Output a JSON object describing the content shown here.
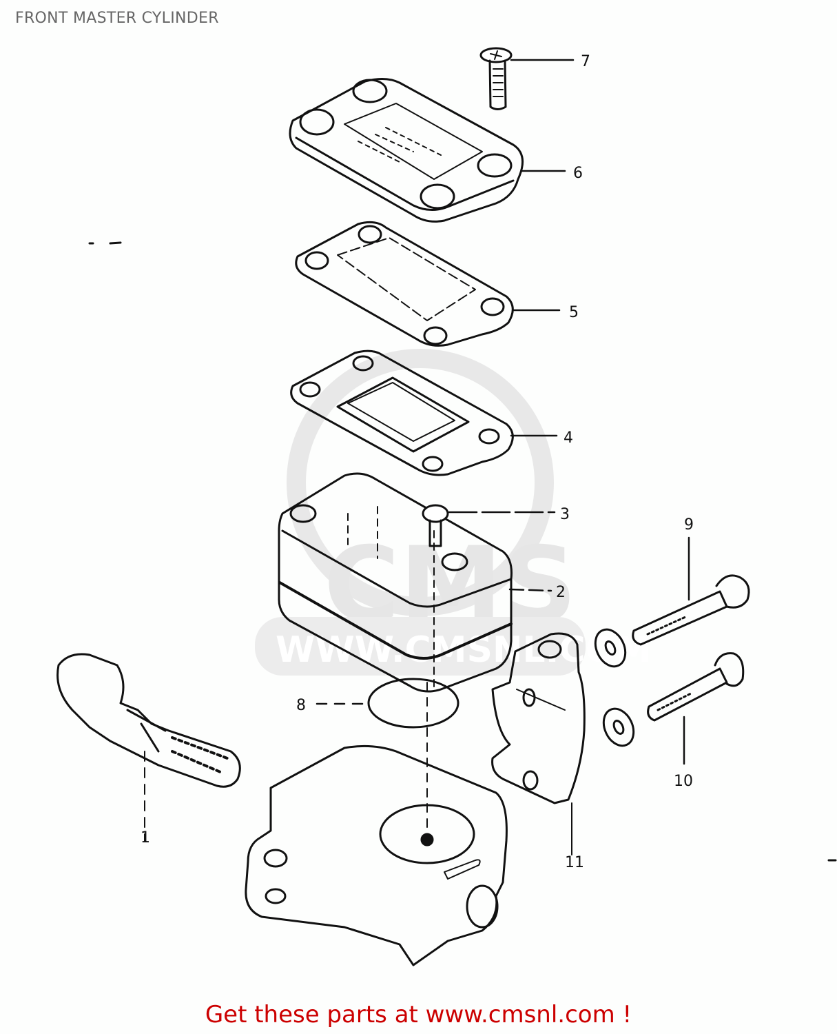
{
  "title": "FRONT MASTER CYLINDER",
  "footer": {
    "text": "Get these parts at www.cmsnl.com !",
    "color": "#cc0000"
  },
  "watermark": {
    "text": "WWW.CMSNL.COM",
    "logo": "CMS"
  },
  "callouts": [
    {
      "number": "1",
      "part": "piston-set"
    },
    {
      "number": "2",
      "part": "master-cylinder-body-reservoir"
    },
    {
      "number": "3",
      "part": "screw"
    },
    {
      "number": "4",
      "part": "diaphragm"
    },
    {
      "number": "5",
      "part": "gasket-plate"
    },
    {
      "number": "6",
      "part": "reservoir-cap"
    },
    {
      "number": "7",
      "part": "cap-screw"
    },
    {
      "number": "8",
      "part": "o-ring"
    },
    {
      "number": "9",
      "part": "bolt"
    },
    {
      "number": "10",
      "part": "bolt"
    },
    {
      "number": "11",
      "part": "clamp-holder"
    }
  ],
  "colors": {
    "line": "#111111",
    "title": "#666666",
    "watermark": "#e6e6e6",
    "background": "#fdfefd"
  }
}
